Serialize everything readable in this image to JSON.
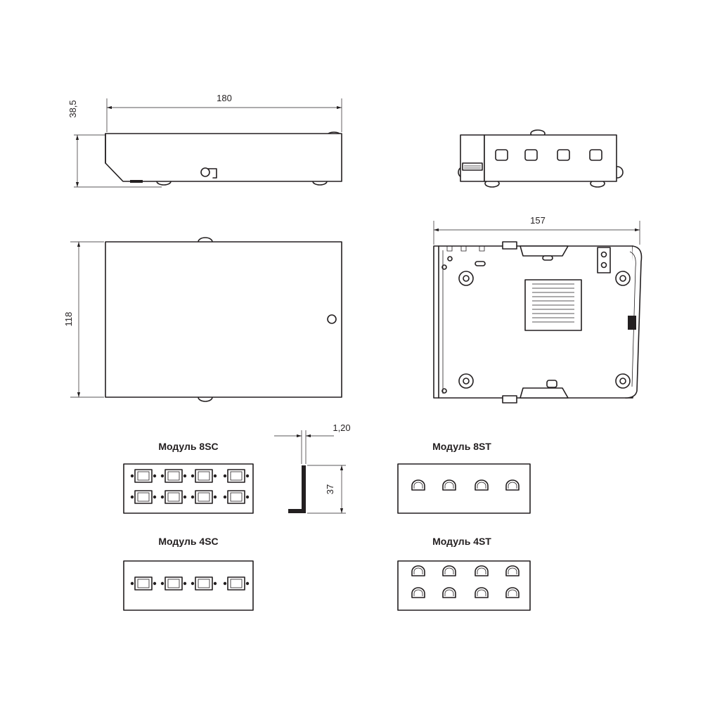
{
  "dimensions": {
    "height_side": "38,5",
    "width_side": "180",
    "width_front": "157",
    "height_top": "118",
    "bracket_thickness": "1,20",
    "bracket_height": "37"
  },
  "modules": {
    "m8sc": {
      "title": "Модуль 8SC"
    },
    "m8st": {
      "title": "Модуль 8ST"
    },
    "m4sc": {
      "title": "Модуль 4SC"
    },
    "m4st": {
      "title": "Модуль 4ST"
    }
  },
  "colors": {
    "line": "#231f20",
    "background": "#ffffff"
  }
}
